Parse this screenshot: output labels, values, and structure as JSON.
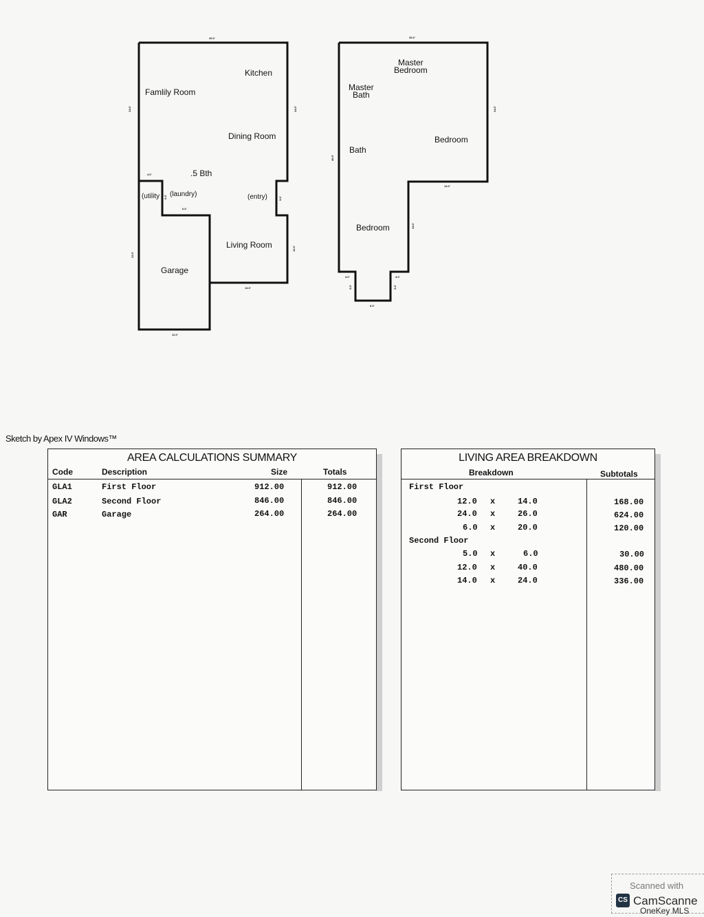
{
  "floor_plan": {
    "first_floor": {
      "top_dim": "26.0'",
      "left_dim": "24.0'",
      "right_dim": "24.0'",
      "utility_dim": "4.0'",
      "laundry_dim": "6.0'",
      "laundry_bottom_dim": "6.0'",
      "entry_dim": "5.0'",
      "living_right_dim": "12.0'",
      "living_bottom_dim": "14.0'",
      "garage_left_dim": "22.0'",
      "garage_bottom_dim": "12.0'",
      "rooms": {
        "kitchen": "Kitchen",
        "family_room": "Famlily Room",
        "dining_room": "Dining Room",
        "half_bath": ".5 Bth",
        "utility": "(utility",
        "laundry": "(laundry)",
        "entry": "(entry)",
        "living_room": "Living Room",
        "garage": "Garage"
      }
    },
    "second_floor": {
      "top_dim": "26.0'",
      "right_dim": "24.0'",
      "left_dim": "40.0'",
      "mid_dim": "14.0'",
      "lower_right_dim": "14.0'",
      "notch_left_top": "3.0'",
      "notch_left_side": "5.0'",
      "notch_right_top": "3.0'",
      "notch_right_side": "5.0'",
      "notch_bottom": "6.0'",
      "rooms": {
        "master_bedroom": "Master\nBedroom",
        "master_bath": "Master\nBath",
        "bedroom_right": "Bedroom",
        "bath": "Bath",
        "bedroom_lower": "Bedroom"
      }
    }
  },
  "sketch_credit": "Sketch by Apex IV Windows™",
  "area_summary": {
    "title": "AREA  CALCULATIONS  SUMMARY",
    "headers": {
      "code": "Code",
      "description": "Description",
      "size": "Size",
      "totals": "Totals"
    },
    "rows": [
      {
        "code": "GLA1",
        "description": "First Floor",
        "size": "912.00",
        "total": "912.00"
      },
      {
        "code": "GLA2",
        "description": "Second Floor",
        "size": "846.00",
        "total": "846.00"
      },
      {
        "code": "GAR",
        "description": "Garage",
        "size": "264.00",
        "total": "264.00"
      }
    ]
  },
  "living_area": {
    "title": "LIVING  AREA  BREAKDOWN",
    "headers": {
      "breakdown": "Breakdown",
      "subtotals": "Subtotals"
    },
    "first_floor_label": "First Floor",
    "first_floor_rows": [
      {
        "a": "12.0",
        "x": "x",
        "b": "14.0",
        "subtotal": "168.00"
      },
      {
        "a": "24.0",
        "x": "x",
        "b": "26.0",
        "subtotal": "624.00"
      },
      {
        "a": "6.0",
        "x": "x",
        "b": "20.0",
        "subtotal": "120.00"
      }
    ],
    "second_floor_label": "Second Floor",
    "second_floor_rows": [
      {
        "a": "5.0",
        "x": "x",
        "b": "6.0",
        "subtotal": "30.00"
      },
      {
        "a": "12.0",
        "x": "x",
        "b": "40.0",
        "subtotal": "480.00"
      },
      {
        "a": "14.0",
        "x": "x",
        "b": "24.0",
        "subtotal": "336.00"
      }
    ]
  },
  "scanner": {
    "scanned_with": "Scanned with",
    "logo": "CS",
    "name": "CamScanne"
  },
  "watermark": "OneKey MLS"
}
